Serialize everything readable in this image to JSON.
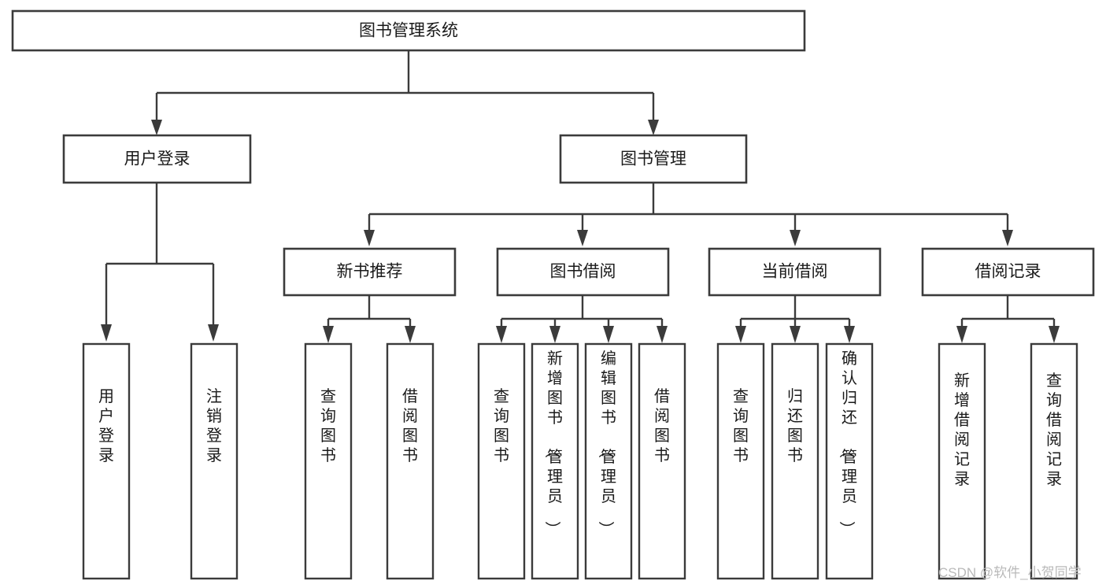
{
  "diagram": {
    "title": "图书管理系统",
    "type": "hierarchy-tree",
    "root": {
      "id": "root",
      "label": "图书管理系统"
    },
    "level2": [
      {
        "id": "user-login",
        "label": "用户登录"
      },
      {
        "id": "book-manage",
        "label": "图书管理"
      }
    ],
    "level3": [
      {
        "id": "new-book-rec",
        "label": "新书推荐",
        "parent": "book-manage"
      },
      {
        "id": "book-borrow",
        "label": "图书借阅",
        "parent": "book-manage"
      },
      {
        "id": "current-borrow",
        "label": "当前借阅",
        "parent": "book-manage"
      },
      {
        "id": "borrow-record",
        "label": "借阅记录",
        "parent": "book-manage"
      }
    ],
    "leaves": [
      {
        "id": "leaf-user-login",
        "label": "用户登录",
        "parent": "user-login"
      },
      {
        "id": "leaf-user-logout",
        "label": "注销登录",
        "parent": "user-login"
      },
      {
        "id": "leaf-query-book-1",
        "label": "查询图书",
        "parent": "new-book-rec"
      },
      {
        "id": "leaf-borrow-book-1",
        "label": "借阅图书",
        "parent": "new-book-rec"
      },
      {
        "id": "leaf-query-book-2",
        "label": "查询图书",
        "parent": "book-borrow"
      },
      {
        "id": "leaf-add-book",
        "label": "新增图书（管理员）",
        "parent": "book-borrow"
      },
      {
        "id": "leaf-edit-book",
        "label": "编辑图书（管理员）",
        "parent": "book-borrow"
      },
      {
        "id": "leaf-borrow-book-2",
        "label": "借阅图书",
        "parent": "book-borrow"
      },
      {
        "id": "leaf-query-book-3",
        "label": "查询图书",
        "parent": "current-borrow"
      },
      {
        "id": "leaf-return-book",
        "label": "归还图书",
        "parent": "current-borrow"
      },
      {
        "id": "leaf-confirm-return",
        "label": "确认归还（管理员）",
        "parent": "current-borrow"
      },
      {
        "id": "leaf-add-record",
        "label": "新增借阅记录",
        "parent": "borrow-record"
      },
      {
        "id": "leaf-query-record",
        "label": "查询借阅记录",
        "parent": "borrow-record"
      }
    ],
    "colors": {
      "stroke": "#3b3b3b",
      "fill": "#ffffff",
      "text": "#1a1a1a",
      "watermark": "#b9b9b9"
    }
  },
  "watermark": {
    "text": "CSDN @软件_小贺同学"
  }
}
